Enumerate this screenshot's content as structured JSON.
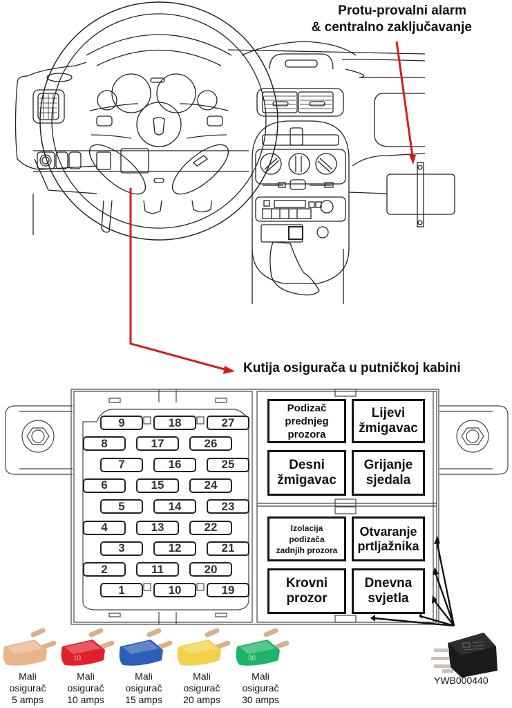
{
  "labels": {
    "alarm_line1": "Protu-provalni alarm",
    "alarm_line2": "& centralno zaključavanje",
    "fusebox": "Kutija osigurača u putničkoj kabini",
    "relay_part_number": "YWB000440"
  },
  "colors": {
    "arrow_red": "#d41c1c",
    "line": "#222222"
  },
  "relays": [
    {
      "id": "podizac-prednjeg-prozora",
      "lines": [
        "Podizač",
        "prednjeg",
        "prozora"
      ]
    },
    {
      "id": "lijevi-zmigavac",
      "lines": [
        "Lijevi",
        "žmigavac"
      ]
    },
    {
      "id": "desni-zmigavac",
      "lines": [
        "Desni",
        "žmigavac"
      ]
    },
    {
      "id": "grijanje-sjedala",
      "lines": [
        "Grijanje",
        "sjedala"
      ]
    },
    {
      "id": "izolacija-podizaca",
      "lines": [
        "Izolacija",
        "podizača",
        "zadnjih prozora"
      ]
    },
    {
      "id": "otvaranje-prtljaznika",
      "lines": [
        "Otvaranje",
        "prtljažnika"
      ]
    },
    {
      "id": "krovni-prozor",
      "lines": [
        "Krovni",
        "prozor"
      ]
    },
    {
      "id": "dnevna-svjetla",
      "lines": [
        "Dnevna",
        "svjetla"
      ]
    }
  ],
  "fuses": {
    "rows": [
      [
        "9",
        "18",
        "27"
      ],
      [
        "8",
        "17",
        "26"
      ],
      [
        "7",
        "16",
        "25"
      ],
      [
        "6",
        "15",
        "24"
      ],
      [
        "5",
        "14",
        "23"
      ],
      [
        "4",
        "13",
        "22"
      ],
      [
        "3",
        "12",
        "21"
      ],
      [
        "2",
        "11",
        "20"
      ],
      [
        "1",
        "10",
        "19"
      ]
    ]
  },
  "fuse_types": [
    {
      "line1": "Mali",
      "line2": "osigurač",
      "line3": "5 amps",
      "color": "#e8b48c"
    },
    {
      "line1": "Mali",
      "line2": "osigurač",
      "line3": "10 amps",
      "color": "#e0202a",
      "marking": "10"
    },
    {
      "line1": "Mali",
      "line2": "osigurač",
      "line3": "15 amps",
      "color": "#2d5fb8"
    },
    {
      "line1": "Mali",
      "line2": "osigurač",
      "line3": "20 amps",
      "color": "#f2d24a"
    },
    {
      "line1": "Mali",
      "line2": "osigurač",
      "line3": "30 amps",
      "color": "#1fb36a",
      "marking": "30"
    }
  ]
}
